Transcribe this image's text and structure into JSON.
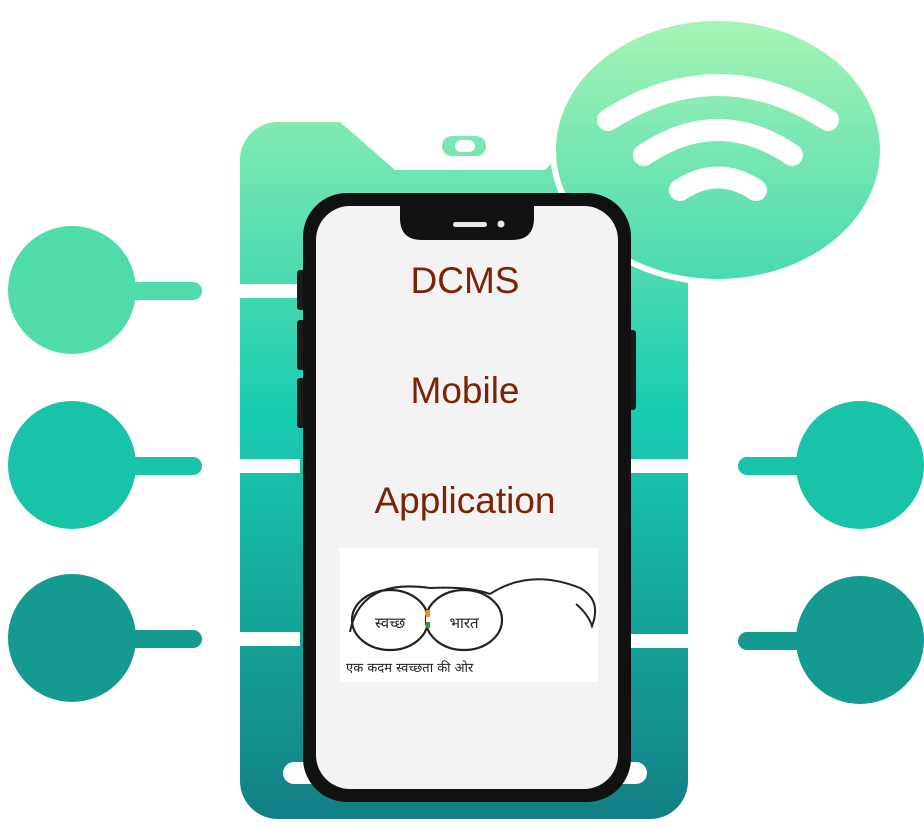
{
  "screen": {
    "title_lines": [
      "DCMS",
      "Mobile",
      "Application"
    ]
  },
  "logo": {
    "left_lens_text": "स्वच्छ",
    "right_lens_text": "भारत",
    "tagline": "एक कदम स्वच्छता की ओर"
  },
  "colors": {
    "text": "#7a2306",
    "gradient_top": "#aef6b4",
    "gradient_mid": "#18ccb0",
    "gradient_bottom": "#127d84",
    "phone_frame": "#111111",
    "screen": "#f3f3f3",
    "flag_saffron": "#f28c28",
    "flag_green": "#2e9b3a"
  },
  "icons": [
    "wifi-icon",
    "phone-outline-icon",
    "network-node-icon",
    "smartphone-icon",
    "spectacles-logo-icon"
  ]
}
